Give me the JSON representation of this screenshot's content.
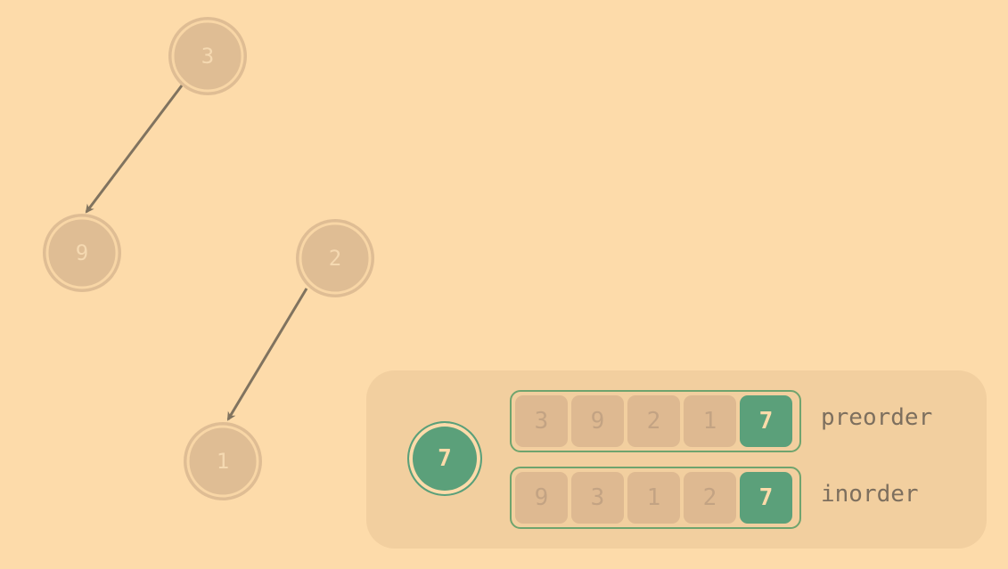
{
  "tree": {
    "nodes": [
      {
        "id": "n3",
        "label": "3"
      },
      {
        "id": "n9",
        "label": "9"
      },
      {
        "id": "n2",
        "label": "2"
      },
      {
        "id": "n1",
        "label": "1"
      }
    ],
    "edges": [
      {
        "from": "n3",
        "to": "n9"
      },
      {
        "from": "n2",
        "to": "n1"
      }
    ]
  },
  "panel": {
    "current_node": "7",
    "preorder": {
      "label": "preorder",
      "values": [
        "3",
        "9",
        "2",
        "1",
        "7"
      ],
      "active_index": 4
    },
    "inorder": {
      "label": "inorder",
      "values": [
        "9",
        "3",
        "1",
        "2",
        "7"
      ],
      "active_index": 4
    }
  },
  "colors": {
    "background": "#fddbaa",
    "node_fill": "#dfbd94",
    "node_text": "#f5d9b1",
    "edge": "#80735f",
    "active": "#5ba07a"
  }
}
